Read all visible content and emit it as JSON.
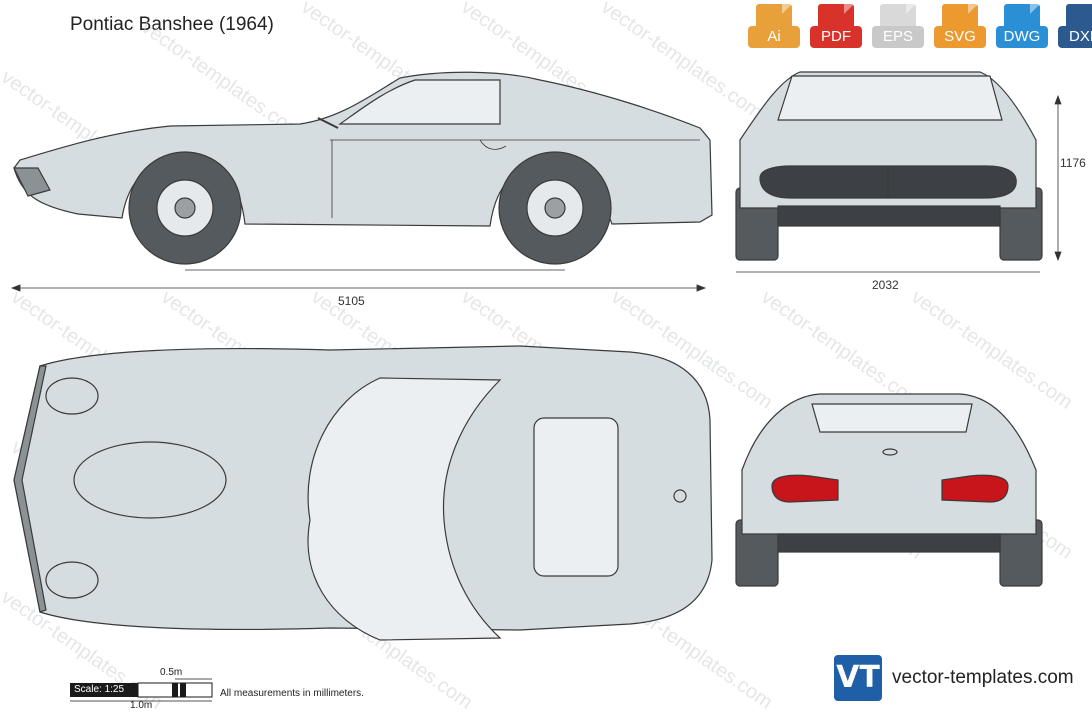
{
  "title": "Pontiac Banshee (1964)",
  "formats": [
    {
      "label": "Ai",
      "color": "#e8a13a",
      "icon": "ai-file-icon"
    },
    {
      "label": "PDF",
      "color": "#d9322b",
      "icon": "pdf-file-icon"
    },
    {
      "label": "EPS",
      "color": "#d9d9d9",
      "icon": "eps-file-icon"
    },
    {
      "label": "SVG",
      "color": "#ec9a2f",
      "icon": "svg-file-icon"
    },
    {
      "label": "DWG",
      "color": "#2b8fd6",
      "icon": "dwg-file-icon"
    },
    {
      "label": "DXF",
      "color": "#2d5a8e",
      "icon": "dxf-file-icon"
    }
  ],
  "dimensions": {
    "length": "5105",
    "width": "2032",
    "height": "1176"
  },
  "scale": {
    "label": "Scale: 1:25",
    "half": "0.5m",
    "full": "1.0m"
  },
  "note": "All measurements in millimeters.",
  "brand": {
    "logo": "VT",
    "url": "vector-templates.com"
  },
  "watermark": "vector-templates.com",
  "colors": {
    "body": "#d6dde0",
    "outline": "#3a3a3a",
    "tire": "#555a5e",
    "taillight": "#c8141b",
    "brand": "#1f5fa8"
  }
}
